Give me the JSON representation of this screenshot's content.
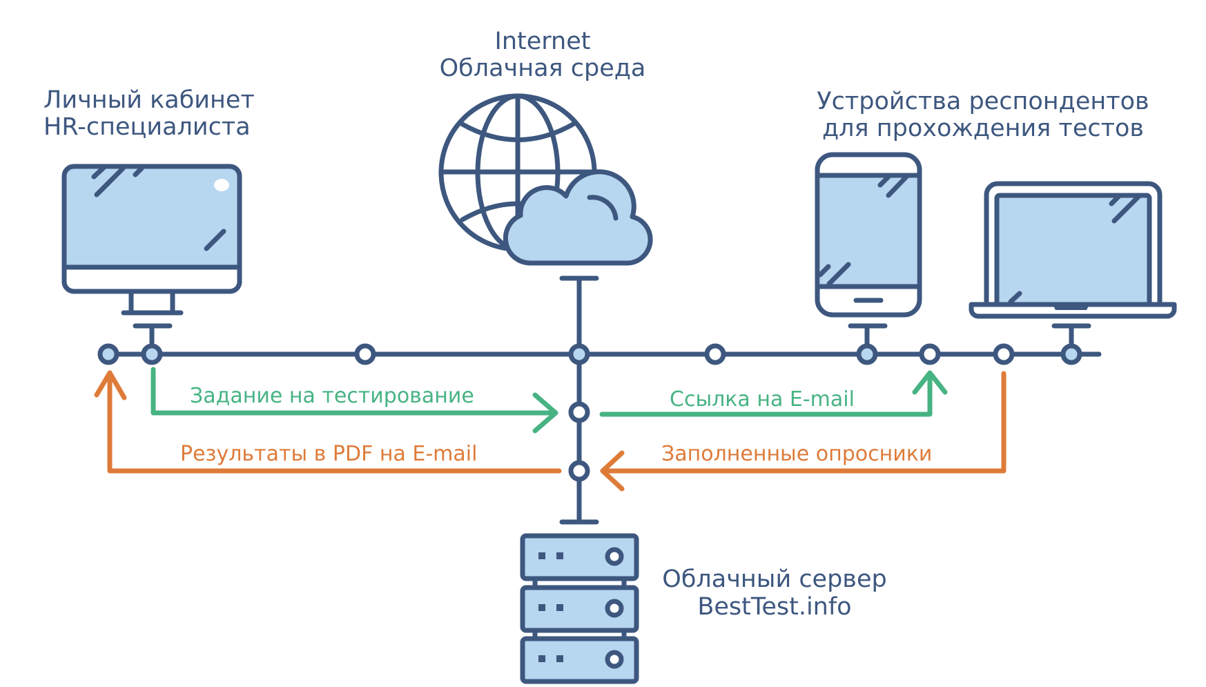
{
  "titles": {
    "hr": {
      "line1": "Личный кабинет",
      "line2": "HR-специалиста"
    },
    "internet": {
      "line1": "Internet",
      "line2": "Облачная среда"
    },
    "devices": {
      "line1": "Устройства респондентов",
      "line2": "для прохождения тестов"
    },
    "server": {
      "line1": "Облачный сервер",
      "line2": "BestTest.info"
    }
  },
  "flows": {
    "task": {
      "label": "Задание на тестирование",
      "color": "#47b383",
      "direction": "hr-to-server"
    },
    "link": {
      "label": "Ссылка на E-mail",
      "color": "#47b383",
      "direction": "server-to-devices"
    },
    "filled": {
      "label": "Заполненные опросники",
      "color": "#de7b39",
      "direction": "devices-to-server"
    },
    "results": {
      "label": "Результаты в PDF на E-mail",
      "color": "#de7b39",
      "direction": "server-to-hr"
    }
  },
  "colors": {
    "primary": "#3d577f",
    "screen_fill": "#b7d6f0",
    "green": "#47b383",
    "orange": "#de7b39",
    "background": "#ffffff"
  },
  "nodes": [
    {
      "id": "hr-return",
      "style": "light"
    },
    {
      "id": "hr-monitor",
      "style": "light"
    },
    {
      "id": "bus-left",
      "style": "white"
    },
    {
      "id": "bus-center",
      "style": "light"
    },
    {
      "id": "bus-right",
      "style": "white"
    },
    {
      "id": "phone",
      "style": "light"
    },
    {
      "id": "link-target",
      "style": "white"
    },
    {
      "id": "filled-source",
      "style": "white"
    },
    {
      "id": "laptop",
      "style": "light"
    }
  ]
}
